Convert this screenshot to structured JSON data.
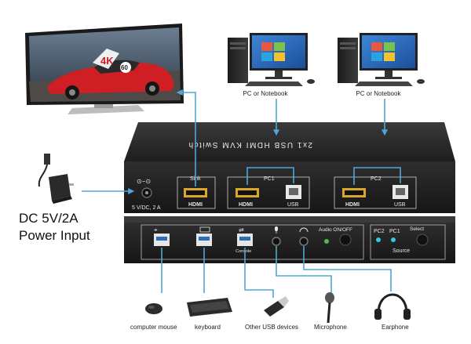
{
  "sources": {
    "pc_left_label": "PC or Notebook",
    "pc_right_label": "PC or Notebook"
  },
  "device": {
    "name": "2x1 USB HDMI KVM Switch",
    "power_spec": "5 V/DC, 2 A",
    "power_symbol": "⊙−⊙",
    "sink_label": "Sink",
    "hdmi_label": "HDMI",
    "usb_label": "USB",
    "pc1_label": "PC1",
    "pc2_label": "PC2",
    "console_label": "Console",
    "audio_label": "Audio ON/OFF",
    "select_label": "Select",
    "source_label": "Source"
  },
  "power": {
    "line1": "DC 5V/2A",
    "line2": "Power Input"
  },
  "display": {
    "badge_text": "4K",
    "car_number": "60"
  },
  "peripherals": {
    "mouse": "computer mouse",
    "keyboard": "keyboard",
    "usb": "Other USB devices",
    "mic": "Microphone",
    "earphone": "Earphone"
  },
  "colors": {
    "cable": "#4fa7d8",
    "device_body": "#2b2b2b",
    "led_green": "#49c34a",
    "led_cyan": "#37c6e0"
  }
}
